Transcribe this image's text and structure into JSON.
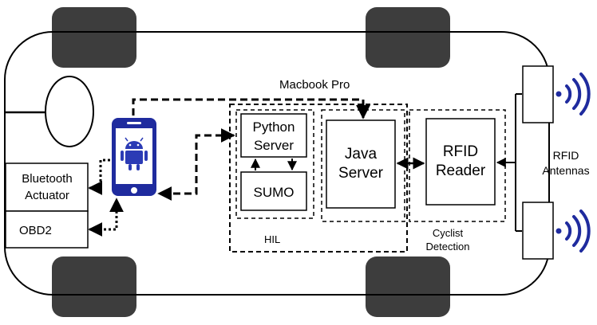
{
  "labels": {
    "macbook": "Macbook Pro",
    "python_line1": "Python",
    "python_line2": "Server",
    "sumo": "SUMO",
    "java_line1": "Java",
    "java_line2": "Server",
    "rfid_reader_line1": "RFID",
    "rfid_reader_line2": "Reader",
    "bluetooth_line1": "Bluetooth",
    "bluetooth_line2": "Actuator",
    "obd2": "OBD2",
    "hil": "HIL",
    "cyclist_line1": "Cyclist",
    "cyclist_line2": "Detection",
    "antennas_line1": "RFID",
    "antennas_line2": "Antennas"
  },
  "colors": {
    "outline": "#000000",
    "wheel_fill": "#3d3d3d",
    "phone_blue": "#1f2b9e",
    "android_green": "#2b3bb5",
    "signal_blue": "#1f2b9e"
  },
  "icons": {
    "phone": "android-phone-icon",
    "antenna_signal": "wifi-signal-icon"
  }
}
